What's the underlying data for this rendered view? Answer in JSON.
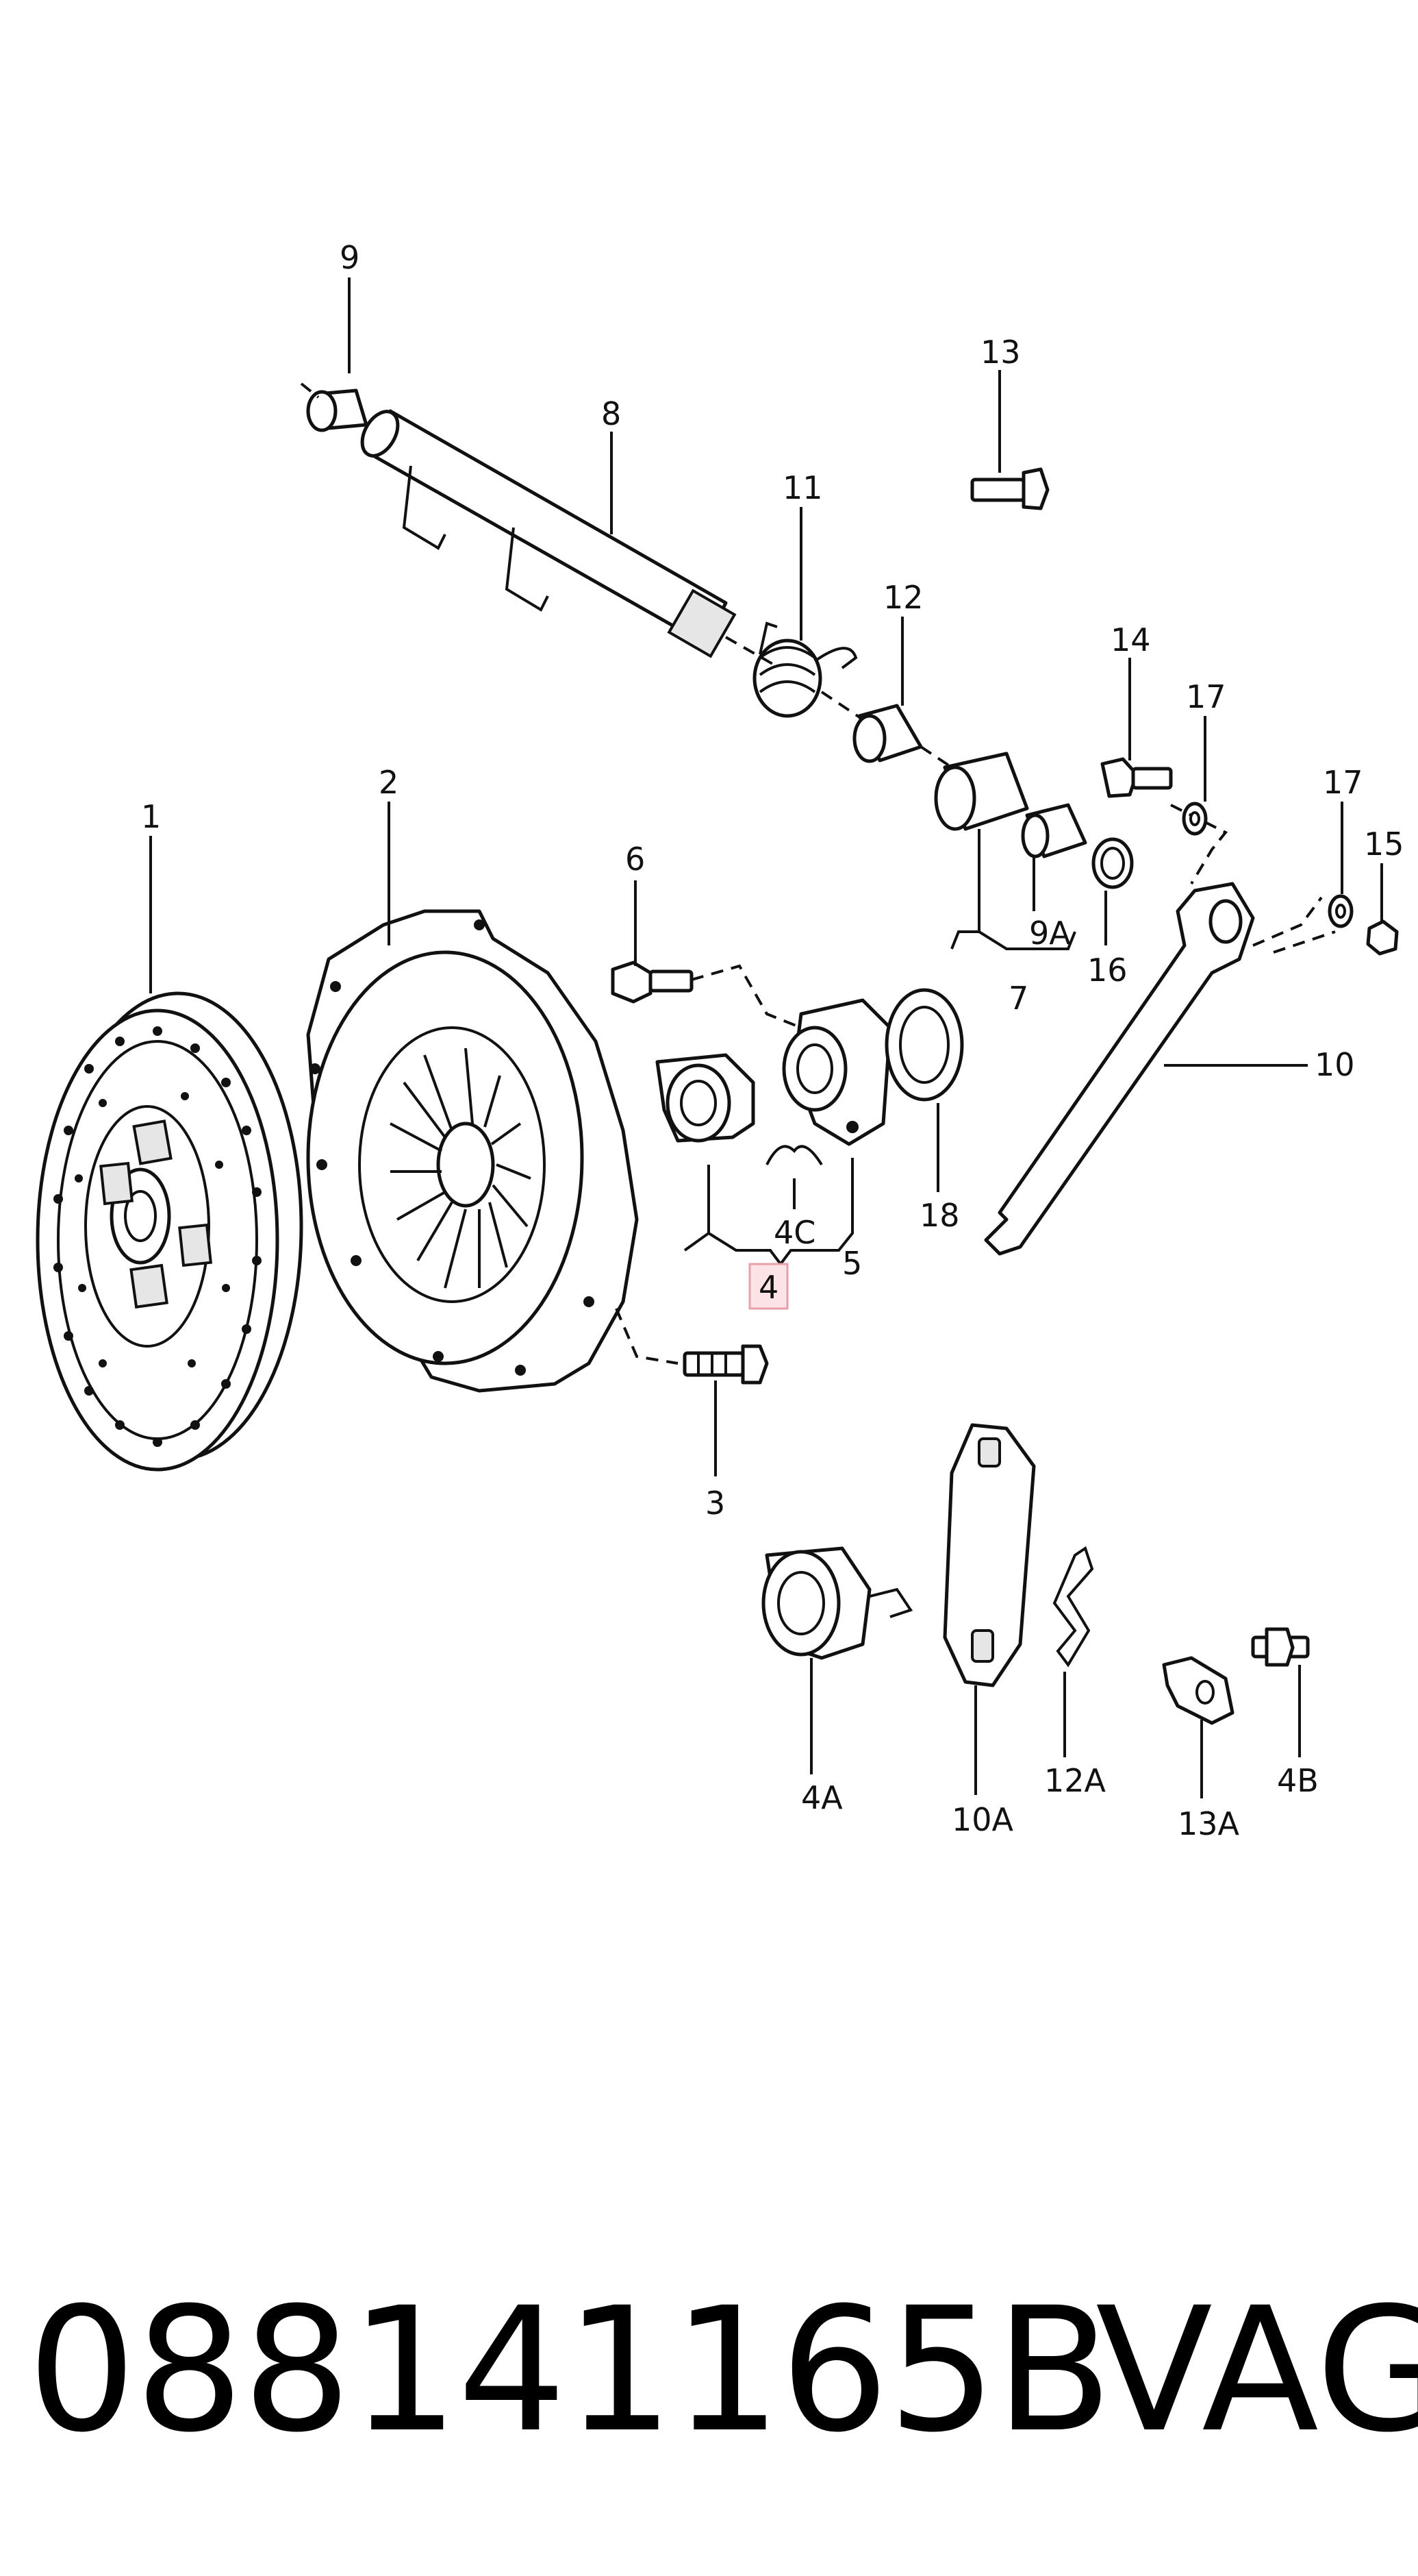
{
  "caption": {
    "part_number": "088141165B",
    "brand": "VAG"
  },
  "highlight_color": "#e8a0a8",
  "callouts": {
    "c1": "1",
    "c2": "2",
    "c3": "3",
    "c4": "4",
    "c4a": "4A",
    "c4b": "4B",
    "c4c": "4C",
    "c5": "5",
    "c6": "6",
    "c7": "7",
    "c8": "8",
    "c9": "9",
    "c9a": "9A",
    "c10": "10",
    "c10a": "10A",
    "c11": "11",
    "c12": "12",
    "c12a": "12A",
    "c13": "13",
    "c13a": "13A",
    "c14": "14",
    "c15": "15",
    "c16": "16",
    "c17a": "17",
    "c17b": "17",
    "c18": "18"
  }
}
